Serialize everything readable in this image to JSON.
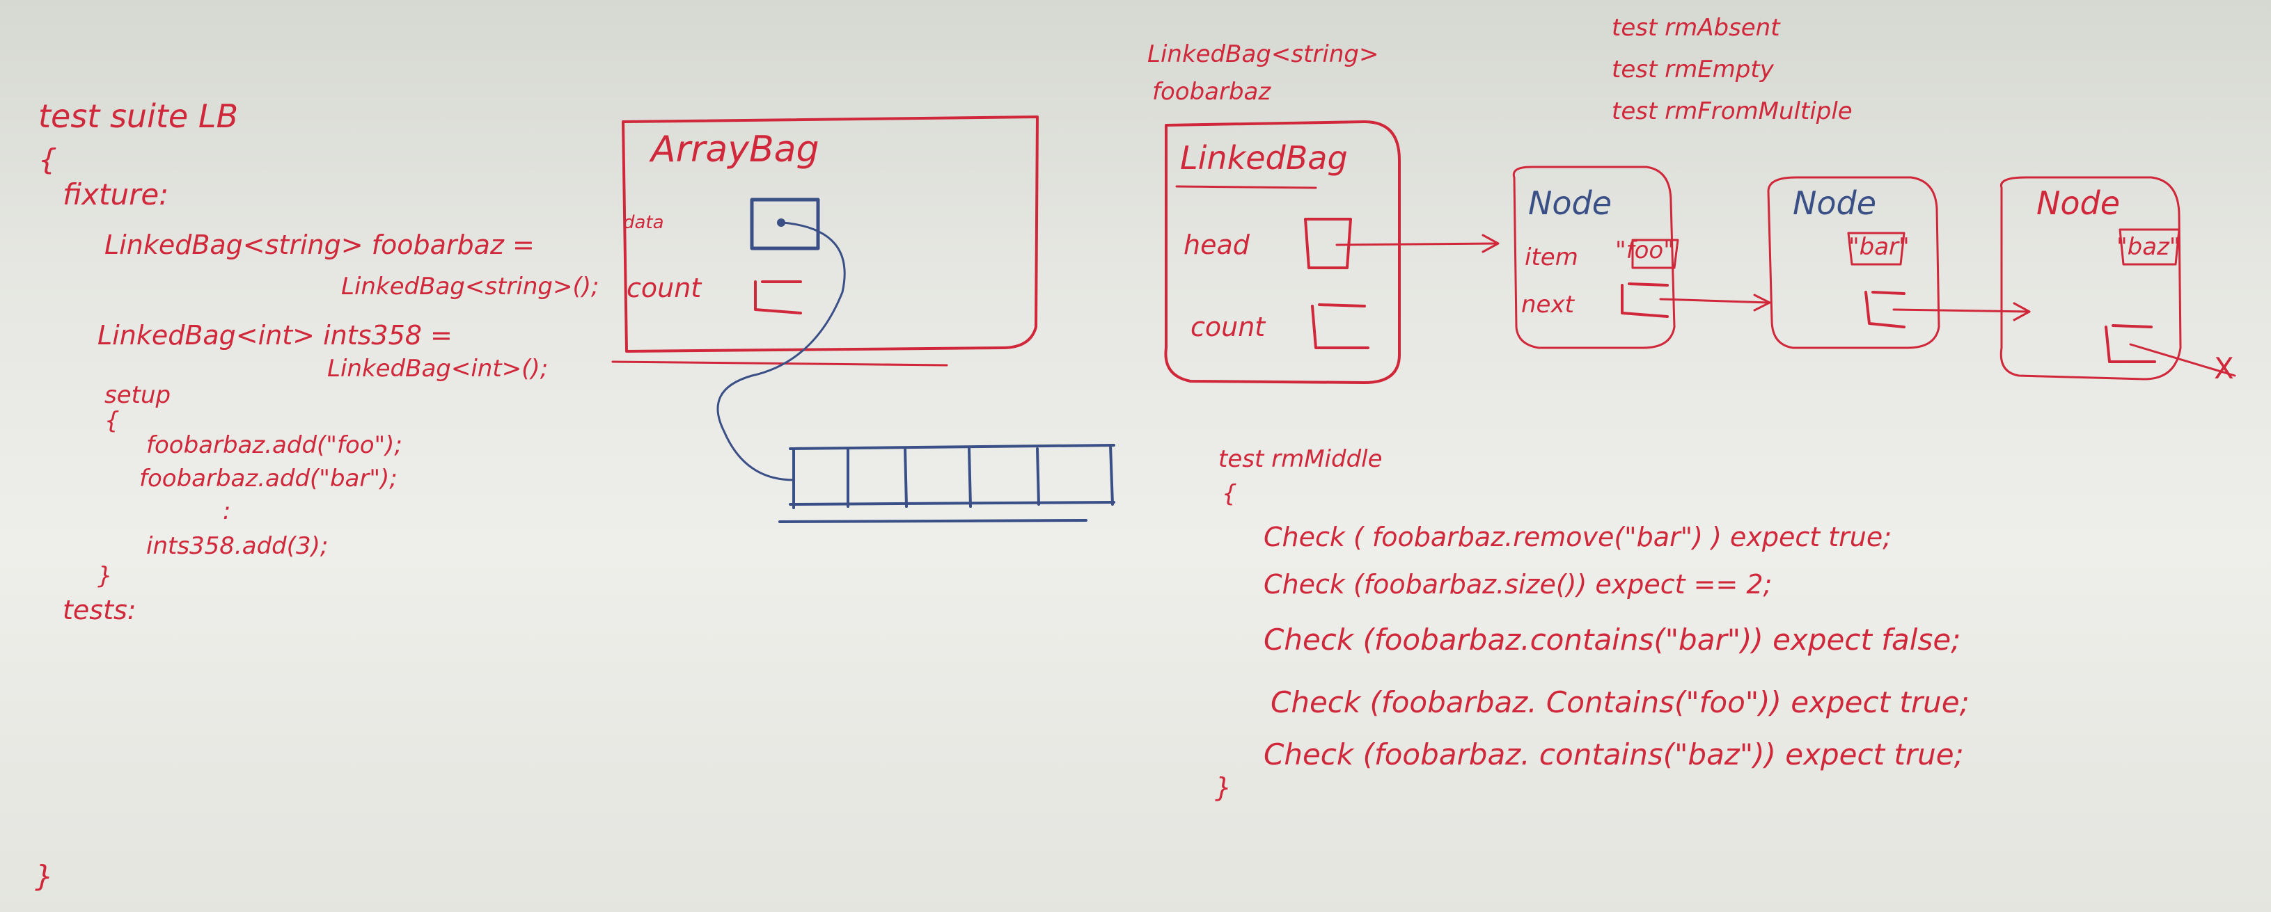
{
  "left_code": {
    "title": "test suite   LB",
    "open_brace": "{",
    "fixture_label": "fixture:",
    "line_foobarbaz_decl": "LinkedBag<string> foobarbaz  =",
    "line_foobarbaz_init": "LinkedBag<string>();",
    "line_ints_decl": "LinkedBag<int>  ints358 =",
    "line_ints_init": "LinkedBag<int>();",
    "setup_label": "setup",
    "setup_open": "{",
    "add_foo": "foobarbaz.add(\"foo\");",
    "add_bar": "foobarbaz.add(\"bar\");",
    "ellipsis": ":",
    "add_int": "ints358.add(3);",
    "setup_close": "}",
    "tests_label": "tests:",
    "close_brace": "}"
  },
  "array_bag": {
    "title": "ArrayBag",
    "data_label": "data",
    "count_label": "count"
  },
  "linked_bag": {
    "type_label": "LinkedBag<string>",
    "var_label": "foobarbaz",
    "title": "LinkedBag",
    "head_label": "head",
    "count_label": "count"
  },
  "nodes": [
    {
      "title": "Node",
      "item_label": "item",
      "next_label": "next",
      "item_value": "\"foo\""
    },
    {
      "title": "Node",
      "item_value": "\"bar\""
    },
    {
      "title": "Node",
      "item_value": "\"baz\""
    }
  ],
  "null_marker": "X",
  "test_names": [
    "test  rmAbsent",
    "test   rmEmpty",
    "test   rmFromMultiple"
  ],
  "test_rm_middle": {
    "header": "test  rmMiddle",
    "open": "{",
    "lines": [
      "Check ( foobarbaz.remove(\"bar\") ) expect true;",
      "Check (foobarbaz.size()) expect == 2;",
      "Check (foobarbaz.contains(\"bar\")) expect false;",
      "Check (foobarbaz. Contains(\"foo\")) expect true;",
      "Check (foobarbaz. contains(\"baz\")) expect true;"
    ],
    "close": "}"
  },
  "colors": {
    "ink_red": "#d0283a",
    "ink_blue": "#3a4f86",
    "board": "#e8e9e4"
  }
}
